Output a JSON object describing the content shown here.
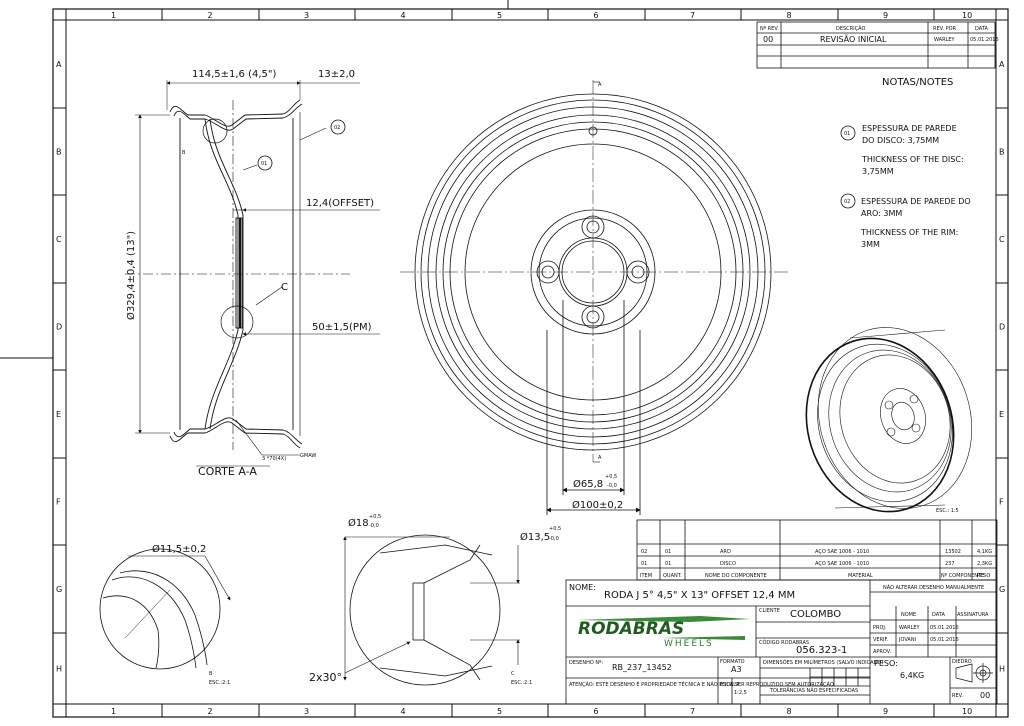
{
  "grid": {
    "columns": [
      "1",
      "2",
      "3",
      "4",
      "5",
      "6",
      "7",
      "8",
      "9",
      "10"
    ],
    "rows": [
      "A",
      "B",
      "C",
      "D",
      "E",
      "F",
      "G",
      "H"
    ]
  },
  "revision": {
    "headers": [
      "Nº REV.",
      "DESCRIÇÃO",
      "REV. POR",
      "DATA"
    ],
    "row": [
      "00",
      "REVISÃO INICIAL",
      "WARLEY",
      "05.01.2016"
    ]
  },
  "notes": {
    "title": "NOTAS/NOTES",
    "items": [
      {
        "num": "01",
        "pt": [
          "ESPESSURA DE PAREDE",
          "DO DISCO: 3,75MM"
        ],
        "en": [
          "THICKNESS OF THE DISC:",
          "3,75MM"
        ]
      },
      {
        "num": "02",
        "pt": [
          "ESPESSURA DE PAREDE DO",
          "ARO: 3MM"
        ],
        "en": [
          "THICKNESS OF THE RIM:",
          "3MM"
        ]
      }
    ]
  },
  "section": {
    "dim_width": "114,5±1,6 (4,5\")",
    "dim_flange": "13±2,0",
    "dim_offset": "12,4(OFFSET)",
    "dim_pm": "50±1,5(PM)",
    "dim_diameter": "Ø329,4±0,4 (13\")",
    "detail_b": "B",
    "detail_c": "C",
    "balloon_1": "01",
    "balloon_2": "02",
    "weld_note": "3 *70(4X)",
    "weld_note2": "GMAW",
    "title": "CORTE A-A"
  },
  "front": {
    "section_mark": "A",
    "dim_bore": "Ø65,8",
    "dim_bore_tol_up": "+0,5",
    "dim_bore_tol_down": "-0,0",
    "dim_pcd": "Ø100±0,2"
  },
  "iso": {
    "scale": "ESC.: 1:5"
  },
  "detail_b": {
    "dim": "Ø11,5±0,2",
    "label": "B",
    "scale": "ESC.:2:1"
  },
  "detail_c": {
    "dim_hole": "Ø18",
    "dim_hole_up": "+0,5",
    "dim_hole_down": "-0,0",
    "dim_outer": "Ø13,5",
    "dim_outer_up": "+0,5",
    "dim_outer_down": "-0,0",
    "chamfer": "2x30°",
    "label": "C",
    "scale": "ESC.:2:1"
  },
  "bom": {
    "rows": [
      [
        "02",
        "01",
        "ARO",
        "AÇO SAE 1006 - 1010",
        "13502",
        "4,1KG"
      ],
      [
        "01",
        "01",
        "DISCO",
        "AÇO SAE 1006 - 1010",
        "237",
        "2,3KG"
      ]
    ],
    "headers": [
      "ITEM",
      "QUANT.",
      "NOME DO COMPONENTE",
      "MATERIAL",
      "Nº COMPONENTE",
      "PESO"
    ]
  },
  "title_block": {
    "name_label": "NOME:",
    "name": "RODA J 5° 4,5\" X 13\" OFFSET 12,4 MM",
    "scale_note": "NÃO ALTERAR DESENHO MANUALMENTE",
    "client_label": "CLIENTE",
    "client": "COLOMBO",
    "logo_main": "RODABRAS",
    "logo_sub": "WHEELS",
    "code_label": "CÓDIGO RODABRAS",
    "code": "056.323-1",
    "drawing_label": "DESENHO Nº:",
    "drawing": "RB_237_13452",
    "format_label": "FORMATO",
    "format": "A3",
    "scale_label": "ESCALA",
    "scale": "1:2,5",
    "signatures": {
      "headers": [
        "NOME",
        "DATA",
        "ASSINATURA"
      ],
      "rows": [
        [
          "PROJ.",
          "WARLEY",
          "05.01.2016"
        ],
        [
          "VERIF.",
          "JOVANI",
          "05.01.2016"
        ],
        [
          "APROV.",
          "",
          ""
        ]
      ]
    },
    "tolerance_title": "DIMENSÕES EM MILÍMETROS (SALVO INDICADO)",
    "tolerance_sub": "TOLERÂNCIAS NÃO ESPECIFICADAS",
    "weight_label": "PESO:",
    "weight": "6,4KG",
    "projection_label": "DIEDRO",
    "sheet_label": "REV.",
    "sheet": "00",
    "disclaimer": "ATENÇÃO: ESTE DESENHO É PROPRIEDADE TÉCNICA E NÃO PODE SER REPRODUZIDO SEM AUTORIZAÇÃO"
  }
}
